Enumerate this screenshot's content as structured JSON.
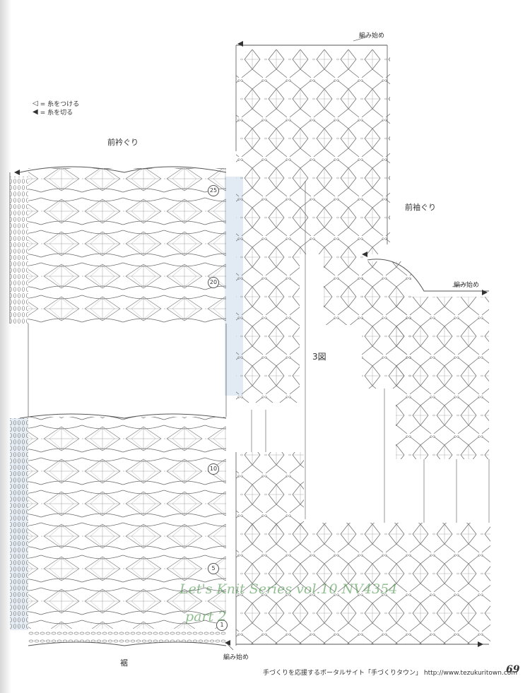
{
  "legend": {
    "attach_symbol": "◁",
    "attach_text": "= 糸をつける",
    "cut_symbol": "◀",
    "cut_text": "= 糸を切る"
  },
  "labels": {
    "front_neckline": "前衿ぐり",
    "front_armhole": "前袖ぐり",
    "hem": "裾",
    "start_top": "編み始め",
    "start_right": "編み始め",
    "start_bottom": "編み始め",
    "figure": "3図"
  },
  "row_numbers": {
    "r25": "25",
    "r20": "20",
    "r10": "10",
    "r5": "5",
    "r1": "1"
  },
  "watermark": {
    "line1": "Let's Knit Series vol.10 NV4354",
    "line2": "part 2"
  },
  "footer": {
    "text": "手づくりを応援するポータルサイト「手づくりタウン」 http://www.tezukuritown.com",
    "page_number": "69"
  },
  "colors": {
    "ink": "#555555",
    "shade": "#dbe6f0",
    "watermark": "#3a8a3a"
  }
}
